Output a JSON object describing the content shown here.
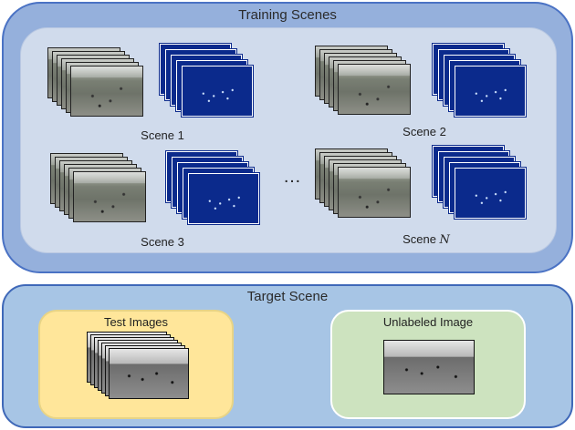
{
  "training": {
    "title": "Training Scenes",
    "scenes": [
      {
        "label": "Scene 1"
      },
      {
        "label": "Scene 2"
      },
      {
        "label": "Scene 3"
      },
      {
        "label_prefix": "Scene ",
        "label_var": "N"
      }
    ],
    "ellipsis": "…"
  },
  "target": {
    "title": "Target Scene",
    "test_title": "Test Images",
    "unlabeled_title": "Unlabeled Image"
  }
}
